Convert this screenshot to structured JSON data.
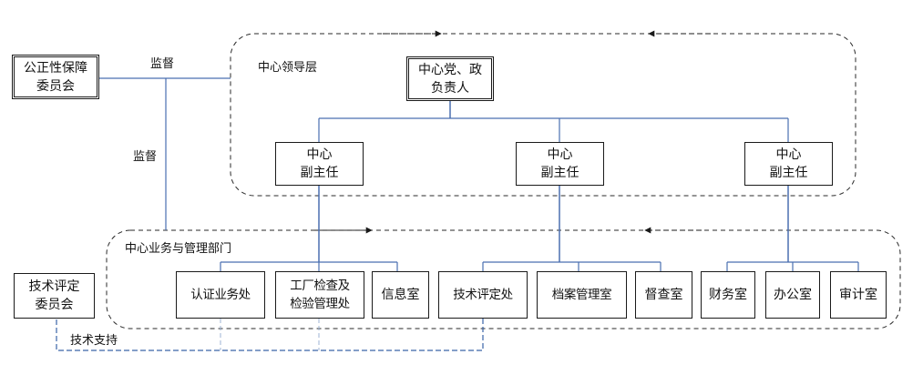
{
  "leadership": {
    "group_label": "中心领导层",
    "head": {
      "line1": "中心党、政",
      "line2": "负责人"
    },
    "deputies": [
      {
        "line1": "中心",
        "line2": "副主任"
      },
      {
        "line1": "中心",
        "line2": "副主任"
      },
      {
        "line1": "中心",
        "line2": "副主任"
      }
    ]
  },
  "departments": {
    "group_label": "中心业务与管理部门",
    "items": [
      {
        "line1": "认证业务处",
        "line2": ""
      },
      {
        "line1": "工厂检查及",
        "line2": "检验管理处"
      },
      {
        "line1": "信息室",
        "line2": ""
      },
      {
        "line1": "技术评定处",
        "line2": ""
      },
      {
        "line1": "档案管理室",
        "line2": ""
      },
      {
        "line1": "督查室",
        "line2": ""
      },
      {
        "line1": "财务室",
        "line2": ""
      },
      {
        "line1": "办公室",
        "line2": ""
      },
      {
        "line1": "审计室",
        "line2": ""
      }
    ]
  },
  "committees": {
    "fairness": {
      "line1": "公正性保障",
      "line2": "委员会"
    },
    "tech_eval": {
      "line1": "技术评定",
      "line2": "委员会"
    }
  },
  "relations": {
    "supervise_label": "监督",
    "supervise_label_2": "监督",
    "tech_support_label": "技术支持"
  },
  "colors": {
    "connector": "#4a6fb0",
    "tech_support_line": "#3a63a8",
    "faint_line": "#9db3d4",
    "frame": "#2a2a2a"
  }
}
